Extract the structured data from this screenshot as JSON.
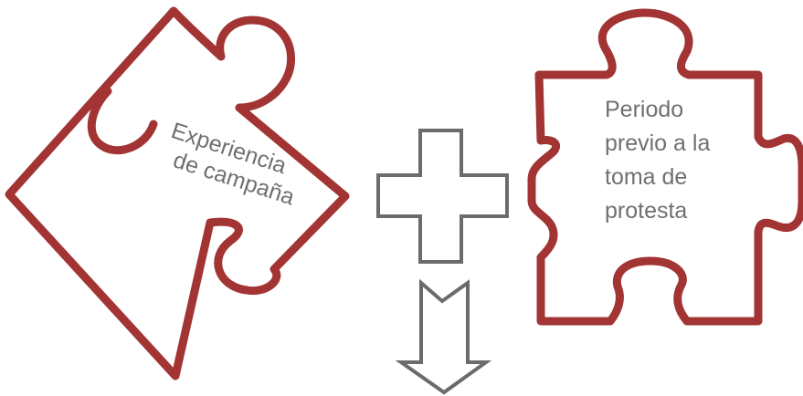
{
  "pieces": [
    {
      "name": "piece-left",
      "lines": [
        "Experiencia",
        "de campaña"
      ]
    },
    {
      "name": "piece-right",
      "lines": [
        "Periodo",
        "previo a la",
        "toma de",
        "protesta"
      ]
    }
  ],
  "colors": {
    "piece_outline": "#a33434",
    "symbol_outline": "#6b6b6b",
    "text": "#707070",
    "background": "#ffffff"
  },
  "icons": {
    "plus": "plus-icon",
    "arrow": "arrow-down-icon"
  }
}
